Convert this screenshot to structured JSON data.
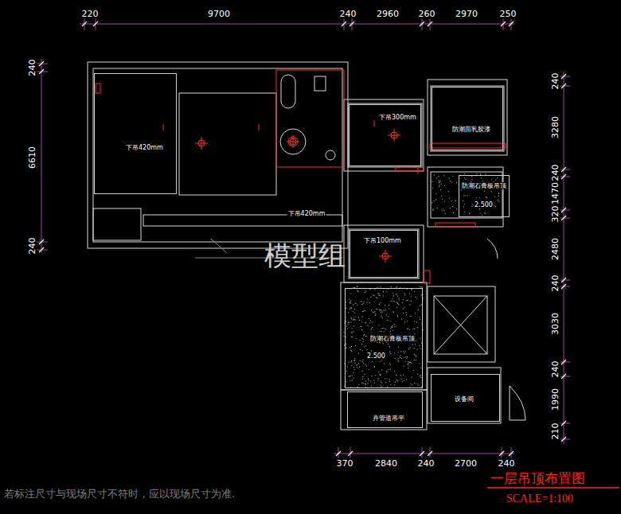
{
  "diagram": {
    "title": "一层吊顶布置图",
    "caption": "SCALE=1:100",
    "nodes": [
      {
        "text": [
          "下吊420mm"
        ]
      },
      {
        "text": [
          "下吊300mm"
        ]
      },
      {
        "text": [
          "防潮面乳胶漆"
        ]
      },
      {
        "text": [
          "防潮石膏板吊顶",
          "2.500"
        ]
      },
      {
        "text": [
          "下吊100mm"
        ]
      },
      {
        "text": [
          "防潮石膏板吊顶",
          "2.500"
        ]
      },
      {
        "text": [
          "设备间"
        ]
      },
      {
        "text": [
          "卉管道吊平"
        ]
      }
    ],
    "labels": [
      "220",
      "9700",
      "240",
      "2960",
      "260",
      "2970",
      "250",
      "240",
      "6610",
      "240",
      "240",
      "3280",
      "240",
      "1470",
      "320",
      "2480",
      "240",
      "3030",
      "240",
      "1990",
      "210",
      "370",
      "2840",
      "240",
      "2700",
      "240",
      "下吊420mm",
      "模型组",
      "若标注尺寸与现场尺寸不符时，应以现场尺寸为准."
    ]
  }
}
